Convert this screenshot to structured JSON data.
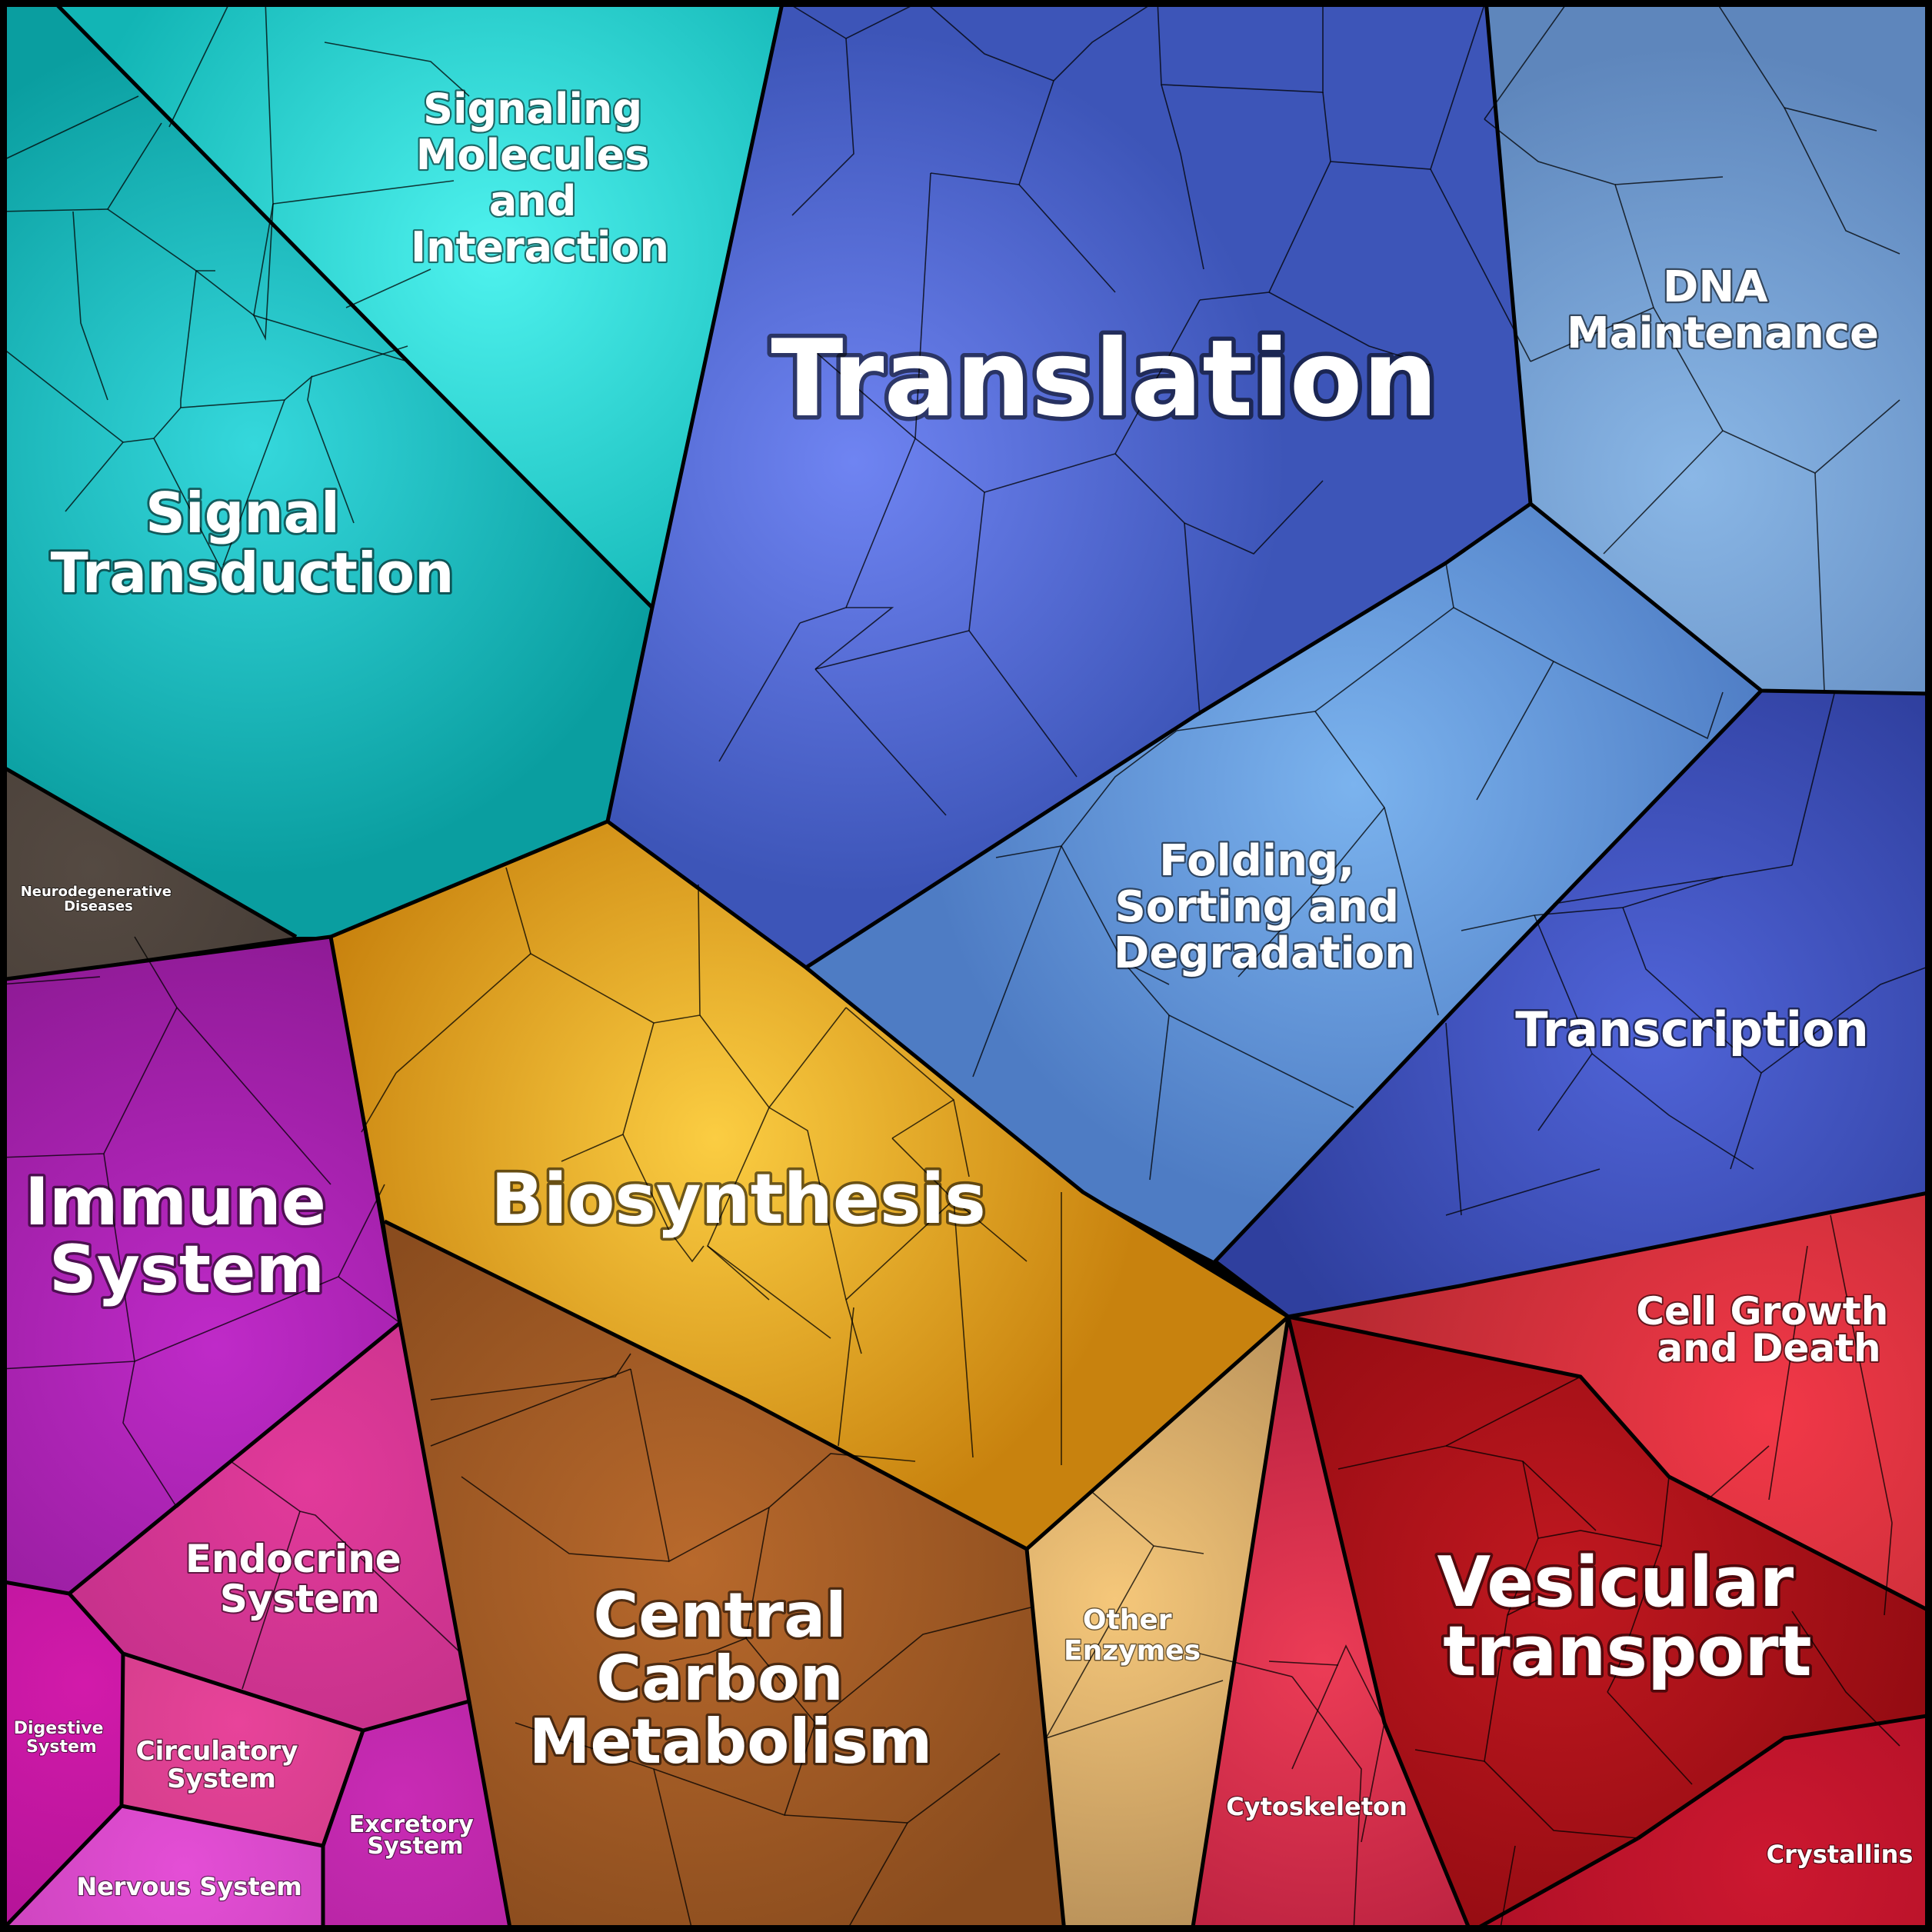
{
  "diagram": {
    "type": "voronoi-treemap",
    "categories": [
      {
        "key": "signaling",
        "label_lines": [
          "Signaling",
          "Molecules",
          "and",
          "Interaction"
        ],
        "color": "#12b5b5",
        "highlight": "#4ef2ee"
      },
      {
        "key": "signal_transduction",
        "label_lines": [
          "Signal",
          "Transduction"
        ],
        "color": "#0a9ea0",
        "highlight": "#35d8dc"
      },
      {
        "key": "neurodegenerative",
        "label_lines": [
          "Neurodegenerative",
          "Diseases"
        ],
        "color": "#3b332e",
        "highlight": "#554a42"
      },
      {
        "key": "translation",
        "label_lines": [
          "Translation"
        ],
        "color": "#3d55b8",
        "highlight": "#6f84f2"
      },
      {
        "key": "dna_maintenance",
        "label_lines": [
          "DNA",
          "Maintenance"
        ],
        "color": "#5e86bc",
        "highlight": "#8ab7e6"
      },
      {
        "key": "folding",
        "label_lines": [
          "Folding,",
          "Sorting and",
          "Degradation"
        ],
        "color": "#4e7cc4",
        "highlight": "#7bb3ee"
      },
      {
        "key": "transcription",
        "label_lines": [
          "Transcription"
        ],
        "color": "#2f3f9e",
        "highlight": "#5064d8"
      },
      {
        "key": "immune",
        "label_lines": [
          "Immune",
          "System"
        ],
        "color": "#8e1a95",
        "highlight": "#bf2ac8"
      },
      {
        "key": "biosynthesis",
        "label_lines": [
          "Biosynthesis"
        ],
        "color": "#c8820e",
        "highlight": "#fbcd42"
      },
      {
        "key": "endocrine",
        "label_lines": [
          "Endocrine",
          "System"
        ],
        "color": "#b52c82",
        "highlight": "#e23a9a"
      },
      {
        "key": "digestive",
        "label_lines": [
          "Digestive",
          "System"
        ],
        "color": "#a00f8c",
        "highlight": "#d21aaa"
      },
      {
        "key": "circulatory",
        "label_lines": [
          "Circulatory",
          "System"
        ],
        "color": "#b23572",
        "highlight": "#e8439a"
      },
      {
        "key": "excretory",
        "label_lines": [
          "Excretory",
          "System"
        ],
        "color": "#9c1c8a",
        "highlight": "#c92bb5"
      },
      {
        "key": "nervous",
        "label_lines": [
          "Nervous System"
        ],
        "color": "#b23aa2",
        "highlight": "#e44ed6"
      },
      {
        "key": "central_carbon",
        "label_lines": [
          "Central",
          "Carbon",
          "Metabolism"
        ],
        "color": "#8a4c1e",
        "highlight": "#b8692c"
      },
      {
        "key": "other_enzymes",
        "label_lines": [
          "Other",
          "Enzymes"
        ],
        "color": "#aa8452",
        "highlight": "#f5c77a"
      },
      {
        "key": "cell_growth",
        "label_lines": [
          "Cell Growth",
          "and Death"
        ],
        "color": "#b92a32",
        "highlight": "#f23848"
      },
      {
        "key": "vesicular",
        "label_lines": [
          "Vesicular",
          "transport"
        ],
        "color": "#8e0a10",
        "highlight": "#c01820"
      },
      {
        "key": "cytoskeleton",
        "label_lines": [
          "Cytoskeleton"
        ],
        "color": "#a81838",
        "highlight": "#ec3c56"
      },
      {
        "key": "crystallins",
        "label_lines": [
          "Crystallins"
        ],
        "color": "#a30c22",
        "highlight": "#cc1830"
      }
    ]
  }
}
